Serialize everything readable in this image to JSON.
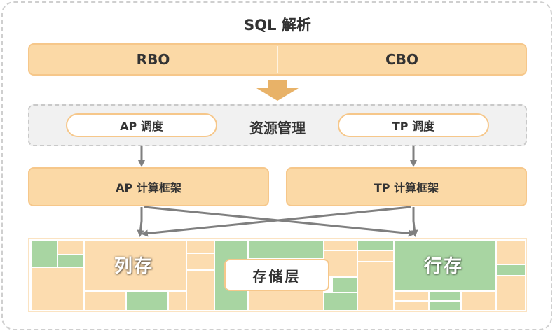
{
  "title": "SQL 解析",
  "optimizer": {
    "rbo": "RBO",
    "cbo": "CBO"
  },
  "resource": {
    "label": "资源管理",
    "ap_schedule": "AP 调度",
    "tp_schedule": "TP 调度"
  },
  "compute": {
    "ap": "AP 计算框架",
    "tp": "TP 计算框架"
  },
  "storage": {
    "column_store": "列存",
    "storage_layer": "存储层",
    "row_store": "行存"
  },
  "colors": {
    "orange_fill": "#fbd9a6",
    "orange_border": "#f6c78a",
    "green_tile": "#a8d5a2",
    "arrow_gray": "#7f7f7f",
    "down_arrow": "#e8b268"
  }
}
